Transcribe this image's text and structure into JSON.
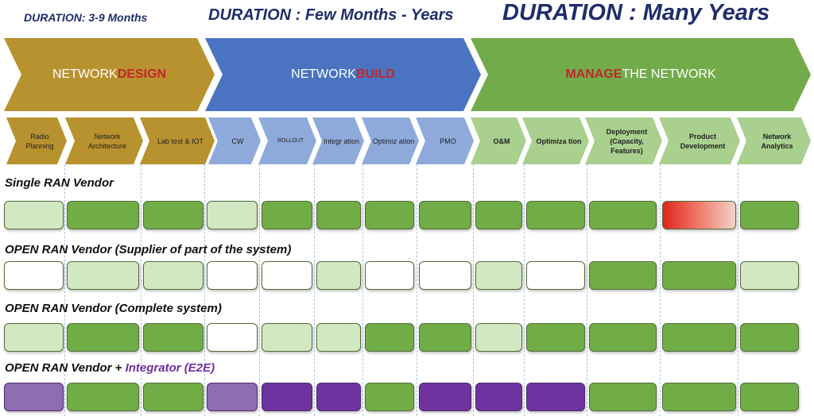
{
  "durations": [
    "DURATION: 3-9 Months",
    "DURATION : Few Months - Years",
    "DURATION : Many Years"
  ],
  "phases": [
    {
      "pre": "NETWORK ",
      "hl": "DESIGN",
      "post": "",
      "color": "#b8922e"
    },
    {
      "pre": "NETWORK ",
      "hl": "BUILD",
      "post": "",
      "color": "#4a74c2"
    },
    {
      "pre": "",
      "hl": "MANAGE",
      "post": " THE NETWORK",
      "color": "#72ab4a"
    }
  ],
  "steps": [
    "Radio Planning",
    "Network Architecture",
    "Lab test & IOT",
    "CW",
    "ROLLOUT",
    "Integr ation",
    "Optimiz ation",
    "PMO",
    "O&M",
    "Optimiza tion",
    "Deployment (Capacity, Features)",
    "Product Development",
    "Network Analytics"
  ],
  "rows": [
    {
      "label": "Single RAN Vendor",
      "cells": [
        "light",
        "dark",
        "dark",
        "light",
        "dark",
        "dark",
        "dark",
        "dark",
        "dark",
        "dark",
        "dark",
        "red",
        "dark"
      ]
    },
    {
      "label": "OPEN RAN Vendor (Supplier of part of the system)",
      "cells": [
        "white",
        "light",
        "light",
        "white",
        "white",
        "light",
        "white",
        "white",
        "light",
        "white",
        "dark",
        "dark",
        "light"
      ]
    },
    {
      "label": "OPEN RAN Vendor (Complete system)",
      "cells": [
        "light",
        "dark",
        "dark",
        "white",
        "light",
        "light",
        "dark",
        "dark",
        "light",
        "dark",
        "dark",
        "dark",
        "dark"
      ]
    },
    {
      "label": "OPEN RAN Vendor + ",
      "label_hl": "Integrator (E2E)",
      "cells": [
        "lpurple",
        "dark",
        "dark",
        "lpurple",
        "purple",
        "purple",
        "dark",
        "purple",
        "purple",
        "purple",
        "dark",
        "dark",
        "dark"
      ]
    }
  ],
  "colors": {
    "dark": "#70ad47",
    "light": "#d2e8c2",
    "white": "#ffffff",
    "purple": "#6f33a0",
    "lpurple": "#8f6db3",
    "red": "linear-gradient(90deg,#e0261d,#f07a6a 50%,#f3d2c8)",
    "highlight": "#7030a0"
  }
}
